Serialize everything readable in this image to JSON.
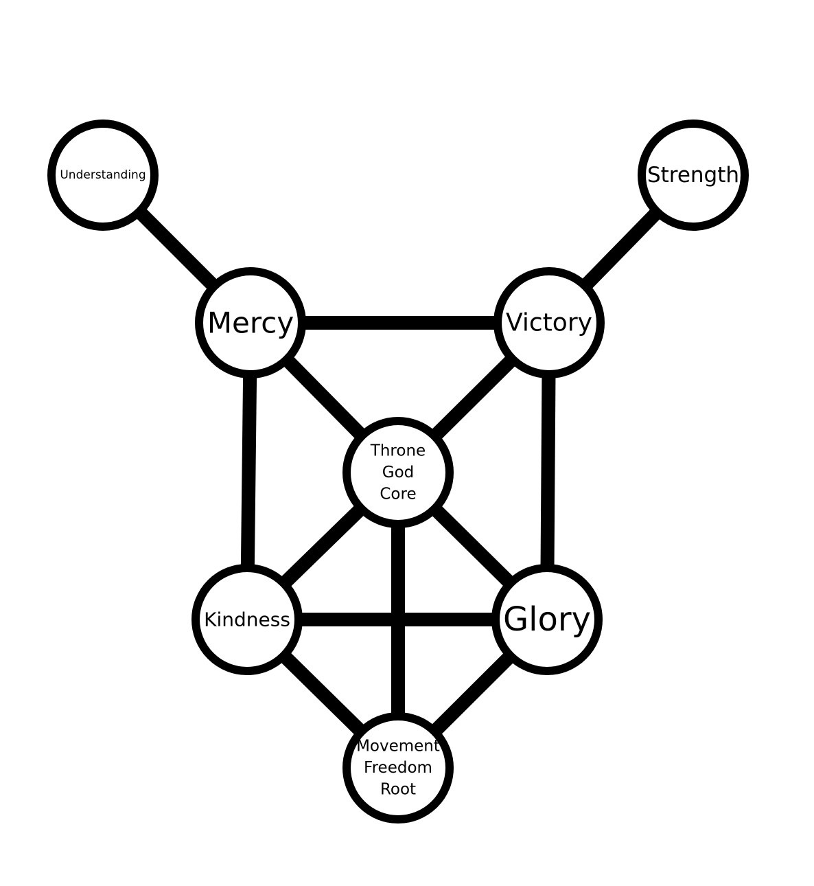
{
  "diagram": {
    "nodes": [
      {
        "id": "understanding",
        "lines": [
          "Understanding"
        ]
      },
      {
        "id": "strength",
        "lines": [
          "Strength"
        ]
      },
      {
        "id": "mercy",
        "lines": [
          "Mercy"
        ]
      },
      {
        "id": "victory",
        "lines": [
          "Victory"
        ]
      },
      {
        "id": "throne",
        "lines": [
          "Throne",
          "God",
          "Core"
        ]
      },
      {
        "id": "kindness",
        "lines": [
          "Kindness"
        ]
      },
      {
        "id": "glory",
        "lines": [
          "Glory"
        ]
      },
      {
        "id": "movement",
        "lines": [
          "Movement",
          "Freedom",
          "Root"
        ]
      }
    ],
    "edges": [
      [
        "understanding",
        "mercy"
      ],
      [
        "strength",
        "victory"
      ],
      [
        "mercy",
        "victory"
      ],
      [
        "mercy",
        "throne"
      ],
      [
        "victory",
        "throne"
      ],
      [
        "mercy",
        "kindness"
      ],
      [
        "victory",
        "glory"
      ],
      [
        "throne",
        "kindness"
      ],
      [
        "throne",
        "glory"
      ],
      [
        "throne",
        "movement"
      ],
      [
        "kindness",
        "glory"
      ],
      [
        "kindness",
        "movement"
      ],
      [
        "glory",
        "movement"
      ]
    ]
  }
}
